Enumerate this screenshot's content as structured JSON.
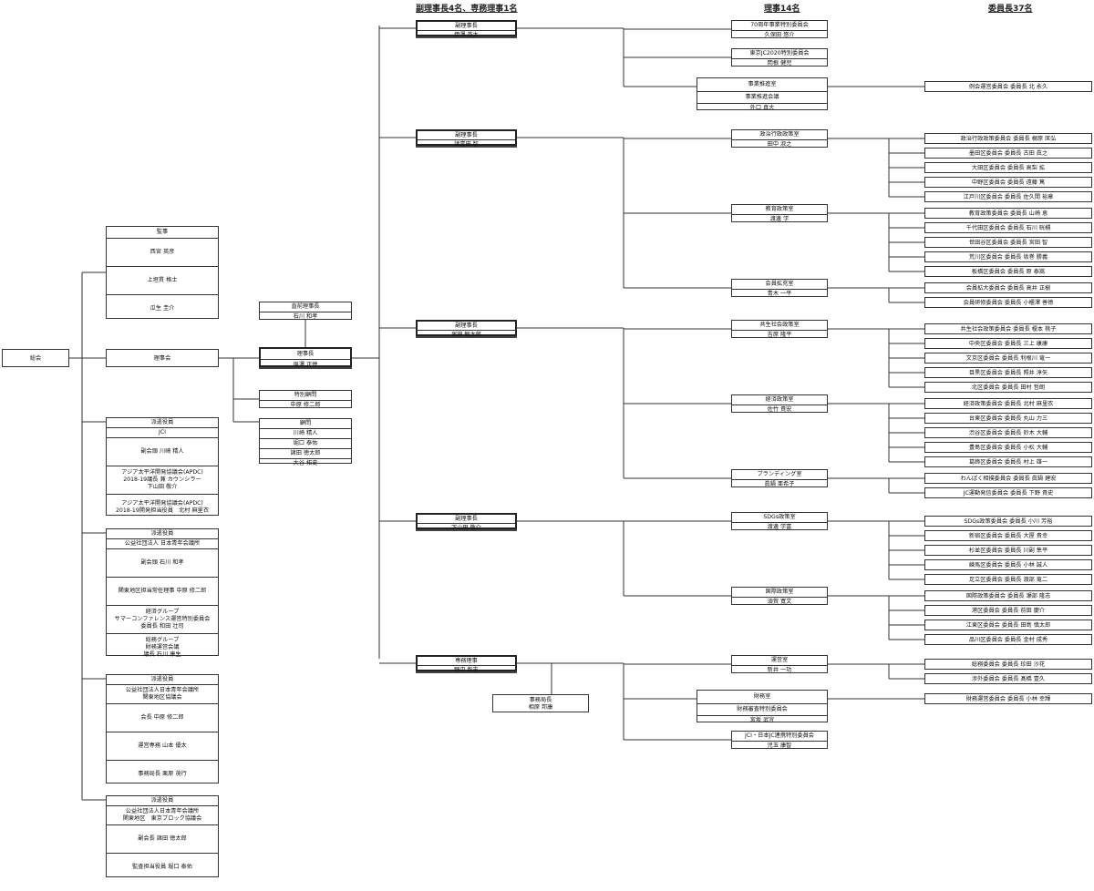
{
  "headers": {
    "vice": "副理事長4名、専務理事1名",
    "directors": "理事14名",
    "chairs": "委員長37名"
  },
  "general_assembly": "総会",
  "board": "理事会",
  "auditors": {
    "title": "監事",
    "members": [
      "西宮 英彦",
      "上垣貫 格士",
      "瓜生 圭介"
    ]
  },
  "former_president": {
    "title": "直前理事長",
    "name": "石川 和孝"
  },
  "president": {
    "title": "理事長",
    "name": "塩澤 正徳"
  },
  "special_advisor": {
    "title": "特別顧問",
    "name": "中原 修二郎"
  },
  "advisors": {
    "title": "顧問",
    "members": [
      "川崎 精人",
      "堀口 泰佑",
      "諸田 徳太郎",
      "大谷 拓史"
    ]
  },
  "dispatched": [
    {
      "title": "派遣役員",
      "org": "JCI",
      "rows": [
        "副会頭 川崎 精人",
        "アジア太平洋開発協議会(APDC)\n2018-19議長 兼 カウンシラー\n下山田 敬介",
        "アジア太平洋開発協議会(APDC)\n2018-19開発担当役員　北村 麻里衣"
      ]
    },
    {
      "title": "派遣役員",
      "org": "公益社団法人 日本青年会議所",
      "rows": [
        "副会頭 石川 和孝",
        "関東地区担当常任理事 中原 修二郎",
        "経済グループ\nサマーコンファレンス運営特別委員会\n委員長 和田 壮司",
        "総務グループ\n財務運営会議\n議長 石川 康生"
      ]
    },
    {
      "title": "派遣役員",
      "org": "公益社団法人日本青年会議所\n関東地区協議会",
      "rows": [
        "会長 中原 修二郎",
        "運営専務 山本 優太",
        "事務局長 栗原 茂行"
      ]
    },
    {
      "title": "派遣役員",
      "org": "公益社団法人日本青年会議所\n関東地区　東京ブロック協議会",
      "rows": [
        "副会長 諸田 徳太郎",
        "監査担当役員 堀口 泰佑"
      ]
    }
  ],
  "vice_presidents": [
    {
      "title": "副理事長",
      "name": "伊澤 英太",
      "units": [
        {
          "rows": [
            "70周年事業特別委員会",
            "久保田 悠介"
          ],
          "chairs": []
        },
        {
          "rows": [
            "東京JC2020特別委員会",
            "岡根 健児"
          ],
          "chairs": []
        },
        {
          "rows": [
            "事業推進室",
            "事業推進会議",
            "外口 真大"
          ],
          "chairs": [
            "例会運営委員会 委員長 北 永久"
          ]
        }
      ]
    },
    {
      "title": "副理事長",
      "name": "諸富田 智",
      "units": [
        {
          "rows": [
            "政治行政政策室",
            "田中 淑之"
          ],
          "chairs": [
            "政治行政政策委員会 委員長 梶原 匡弘",
            "墨田区委員会 委員長 古田 眞之",
            "大田区委員会 委員長 高梨 拡",
            "中野区委員会 委員長 遠藤 篤",
            "江戸川区委員会 委員長 佐久間 裕章"
          ]
        },
        {
          "rows": [
            "教育政策室",
            "渡邊 学"
          ],
          "chairs": [
            "教育政策委員会 委員長 山崎 恵",
            "千代田区委員会 委員長 石川 晄槻",
            "世田谷区委員会 委員長 宮田 智",
            "荒川区委員会 委員長 坂巻 勝義",
            "板橋区委員会 委員長 原 泰嵩"
          ]
        },
        {
          "rows": [
            "会員拡充室",
            "青木 一平"
          ],
          "chairs": [
            "会員拡大委員会 委員長 高井 正樹",
            "会員研修委員会 委員長 小櫃澤 善徳"
          ]
        }
      ]
    },
    {
      "title": "副理事長",
      "name": "塚田 観太郎",
      "units": [
        {
          "rows": [
            "共生社会政策室",
            "吉原 隆平"
          ],
          "chairs": [
            "共生社会政策委員会 委員長 榎本 桃子",
            "中央区委員会 委員長 三上 康康",
            "文京区委員会 委員長 利根川 竜一",
            "目黒区委員会 委員長 照井 淳矢",
            "北区委員会 委員長 田村 哲朗"
          ]
        },
        {
          "rows": [
            "経済政策室",
            "佐竹 貴宏"
          ],
          "chairs": [
            "経済政策委員会 委員長 北村 麻里衣",
            "台東区委員会 委員長 丸山 力三",
            "渋谷区委員会 委員長 鈴木 大輔",
            "豊島区委員会 委員長 小松 大輔",
            "葛飾区委員会 委員長 村上 雄一"
          ]
        },
        {
          "rows": [
            "ブランディング室",
            "眞鍋 亜希子"
          ],
          "chairs": [
            "わんぱく相撲委員会 委員長 眞鍋 建宏",
            "JC運動発信委員会 委員長 下野 貴史"
          ]
        }
      ]
    },
    {
      "title": "副理事長",
      "name": "下山田 敬介",
      "units": [
        {
          "rows": [
            "SDGs政策室",
            "渡邊 学富"
          ],
          "chairs": [
            "SDGs政策委員会 委員長 小川 芳裕",
            "新宿区委員会 委員長 大屋 貴幸",
            "杉並区委員会 委員長 川副 隼平",
            "練馬区委員会 委員長 小林 誠人",
            "足立区委員会 委員長 渡部 竜二"
          ]
        },
        {
          "rows": [
            "国際政策室",
            "須賀 寛文"
          ],
          "chairs": [
            "国際政策委員会 委員長 瀬部 隆志",
            "港区委員会 委員長 前田 慶介",
            "江東区委員会 委員長 田島 慎太郎",
            "品川区委員会 委員長 金村 成秀"
          ]
        }
      ]
    },
    {
      "title": "専務理事",
      "name": "野中 彰志",
      "secretariat": "事務局長\n相原 邦康",
      "units": [
        {
          "rows": [
            "運営室",
            "新井 一功"
          ],
          "chairs": [
            "総務委員会 委員長 珍田 沙花",
            "渉外委員会 委員長 髙橋 壹久"
          ]
        },
        {
          "rows": [
            "財務室",
            "財務審査特別委員会",
            "宮坂 武宜"
          ],
          "chairs": [
            "財務運営委員会 委員長 小林 幸輝"
          ]
        },
        {
          "rows": [
            "JCI・日本JC連携特別委員会",
            "児玉 康智"
          ],
          "chairs": []
        }
      ]
    }
  ]
}
